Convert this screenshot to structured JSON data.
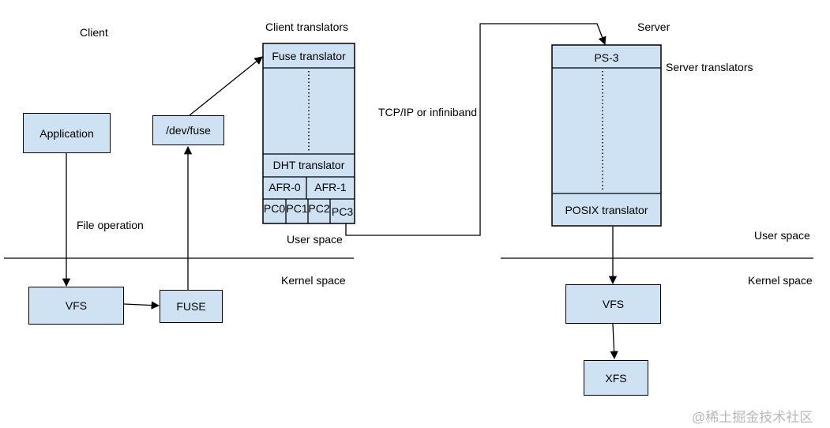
{
  "labels": {
    "client": "Client",
    "client_translators": "Client translators",
    "server": "Server",
    "server_translators": "Server translators",
    "tcp_ip": "TCP/IP or infiniband",
    "file_operation": "File operation",
    "user_space_left": "User space",
    "kernel_space_left": "Kernel space",
    "user_space_right": "User space",
    "kernel_space_right": "Kernel space"
  },
  "client_boxes": {
    "application": "Application",
    "dev_fuse": "/dev/fuse",
    "vfs": "VFS",
    "fuse": "FUSE"
  },
  "client_stack": {
    "fuse_translator": "Fuse translator",
    "dht_translator": "DHT translator",
    "afr": [
      "AFR-0",
      "AFR-1"
    ],
    "pc": [
      "PC0",
      "PC1",
      "PC2",
      "PC3"
    ]
  },
  "server_stack": {
    "ps": "PS-3",
    "posix_translator": "POSIX translator"
  },
  "server_boxes": {
    "vfs": "VFS",
    "xfs": "XFS"
  },
  "watermark": "@稀土掘金技术社区",
  "colors": {
    "box_fill": "#cfe2f3",
    "line": "#000000"
  }
}
